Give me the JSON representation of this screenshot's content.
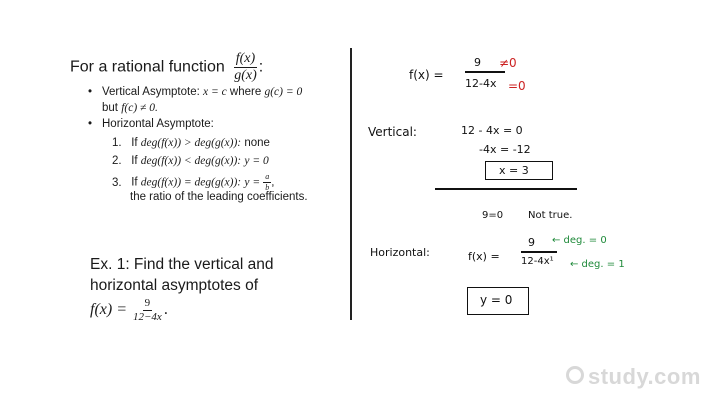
{
  "left": {
    "heading_text": "For a rational function",
    "heading_num": "f(x)",
    "heading_den": "g(x)",
    "heading_colon": ":",
    "bullets": [
      {
        "label": "Vertical Asymptote:",
        "math": "x = c",
        "middle": "where",
        "math2": "g(c) = 0",
        "line2_prefix": "but",
        "line2_math": "f(c) ≠ 0."
      },
      {
        "label": "Horizontal Asymptote:"
      }
    ],
    "sublist": [
      {
        "n": "1.",
        "prefix": "If",
        "cond": "deg(f(x)) > deg(g(x)):",
        "result": "none"
      },
      {
        "n": "2.",
        "prefix": "If",
        "cond": "deg(f(x)) < deg(g(x)):",
        "result": "y = 0"
      },
      {
        "n": "3.",
        "prefix": "If",
        "cond": "deg(f(x)) = deg(g(x)):",
        "result": "y =",
        "res_num": "a",
        "res_den": "b",
        "res_tail": ","
      }
    ],
    "sublist_note": "the ratio of the leading coefficients.",
    "example": {
      "line1": "Ex. 1:  Find the vertical and",
      "line2": "horizontal asymptotes of",
      "lhs": "f(x) =",
      "num": "9",
      "den": "12−4x",
      "tail": "."
    }
  },
  "right": {
    "fx_label": "f(x) =",
    "fx_num": "9",
    "fx_den": "12-4x",
    "neq0": "≠0",
    "eq0": "=0",
    "vertical_label": "Vertical:",
    "v_step1": "12 - 4x = 0",
    "v_step2": "-4x = -12",
    "v_answer": "x = 3",
    "false_eq": "9=0",
    "not_true": "Not true.",
    "horizontal_label": "Horizontal:",
    "h_fx": "f(x) =",
    "h_num": "9",
    "h_den": "12-4x¹",
    "deg_num": "← deg. = 0",
    "deg_den": "← deg. = 1",
    "h_answer": "y = 0"
  },
  "brand": {
    "logo_text": "study.com"
  },
  "colors": {
    "red_ink": "#cc2222",
    "green_ink": "#1f8a3a",
    "logo_gray": "#d8d8d8"
  }
}
